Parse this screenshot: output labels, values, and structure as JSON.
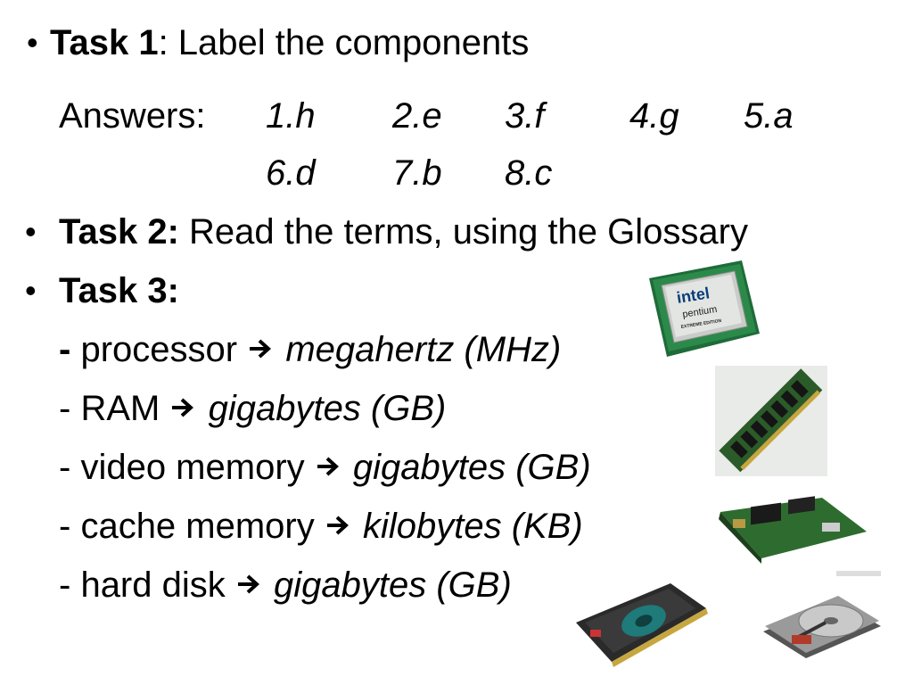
{
  "task1": {
    "bullet": "•",
    "label": "Task 1",
    "text": ": Label the components"
  },
  "answers": {
    "label": "Answers:",
    "row1": [
      "1.h",
      "2.e",
      "3.f",
      "4.g",
      "5.a"
    ],
    "row2": [
      "6.d",
      "7.b",
      "8.c"
    ]
  },
  "task2": {
    "bullet": "•",
    "label": "Task 2:",
    "text": " Read the terms, using the Glossary"
  },
  "task3": {
    "bullet": "•",
    "label": "Task 3:",
    "items": [
      {
        "dash": "-",
        "term": " processor",
        "unit": "megahertz (MHz)"
      },
      {
        "dash": "-",
        "term": " RAM",
        "unit": "gigabytes (GB)"
      },
      {
        "dash": "-",
        "term": " video memory",
        "unit": "gigabytes (GB)"
      },
      {
        "dash": "-",
        "term": " cache memory",
        "unit": "kilobytes (KB)"
      },
      {
        "dash": "-",
        "term": " hard disk",
        "unit": "gigabytes (GB)"
      }
    ]
  },
  "images": {
    "cpu": {
      "icon": "cpu-chip-icon",
      "brand": "intel",
      "model": "pentium",
      "edition": "EXTREME EDITION"
    },
    "ram": {
      "icon": "ram-module-icon"
    },
    "cache": {
      "icon": "cache-card-icon"
    },
    "video": {
      "icon": "video-card-icon"
    },
    "disk": {
      "icon": "hard-disk-icon"
    }
  },
  "colors": {
    "text": "#000000",
    "chip_green": "#1f6b3a",
    "board_green": "#2e6b2f"
  }
}
